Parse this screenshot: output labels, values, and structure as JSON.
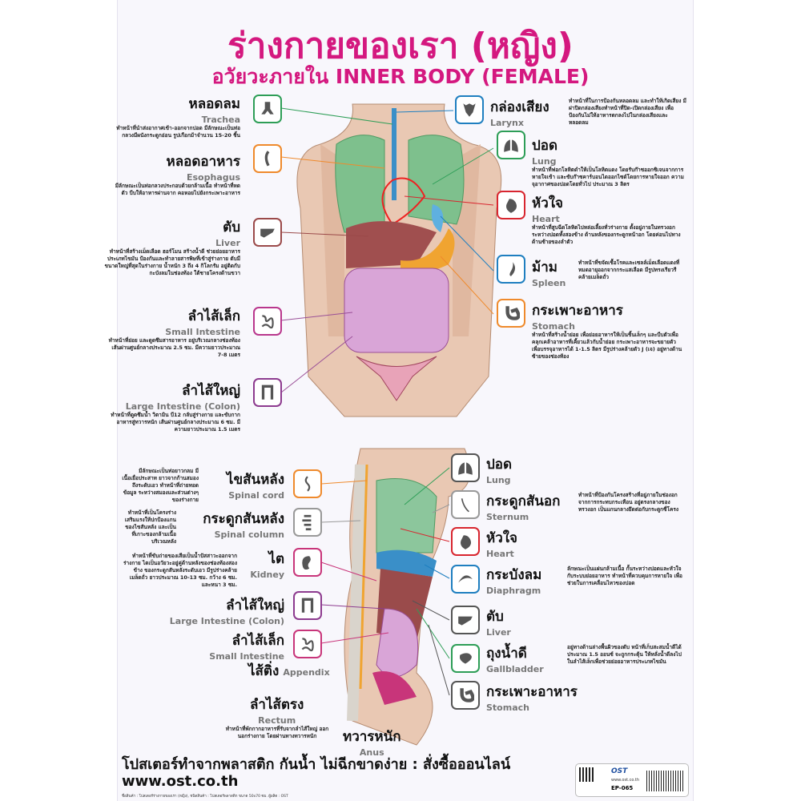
{
  "title": "ร่างกายของเรา (หญิง)",
  "subtitle": "อวัยวะภายใน  INNER BODY (FEMALE)",
  "top_left": [
    {
      "th": "หลอดลม",
      "en": "Trachea",
      "desc": "ทำหน้าที่นำส่งอากาศเข้า-ออกจากปอด มีลักษณะเป็นท่อกลวงมีผนังกระดูกอ่อน รูปเกือกม้าจำนวน 15-20 ชิ้น",
      "color": "#2e9e57"
    },
    {
      "th": "หลอดอาหาร",
      "en": "Esophagus",
      "desc": "มีลักษณะเป็นท่อกลวงประกอบด้วยกล้ามเนื้อ ทำหน้าที่หดตัว บีบให้อาหารผ่านจาก คอหอยไปยังกระเพาะอาหาร",
      "color": "#ef8a2c"
    },
    {
      "th": "ตับ",
      "en": "Liver",
      "desc": "ทำหน้าที่สร้างเม็ดเลือด ฮอร์โมน สร้างน้ำดี ช่วยย่อยอาหารประเภทไขมัน ป้องกันและทำลายสารพิษที่เข้าสู่ร่างกาย ตับมีขนาดใหญ่ที่สุดในร่างกาย น้ำหนัก 3 ถึง 4 กิโลกรัม อยู่ติดกับกะบังลมในช่องท้อง ใต้ชายโครงด้านขวา",
      "color": "#9b4a4a"
    },
    {
      "th": "ลำไส้เล็ก",
      "en": "Small Intestine",
      "desc": "ทำหน้าที่ย่อย และดูดซึมสารอาหาร อยู่บริเวณกลางช่องท้อง เส้นผ่านศูนย์กลางประมาณ 2.5 ซม. มีความยาวประมาณ 7-8 เมตร",
      "color": "#b9378d"
    },
    {
      "th": "ลำไส้ใหญ่",
      "en": "Large Intestine (Colon)",
      "desc": "ทำหน้าที่ดูดซึมน้ำ วิตามิน บี12 กลับสู่ร่างกาย และขับกากอาหารสู่ทวารหนัก เส้นผ่านศูนย์กลางประมาณ 6 ซม. มีความยาวประมาณ 1.5 เมตร",
      "color": "#8d3b8f"
    }
  ],
  "top_right": [
    {
      "th": "กล่องเสียง",
      "en": "Larynx",
      "desc": "ทำหน้าที่ในการป้องกันหลอดลม และทำให้เกิดเสียง มีฝาปิดกล่องเสียงทำหน้าที่ปิด-เปิดกล่องเสียง เพื่อป้องกันไม่ให้อาหารตกลงไปในกล่องเสียงและหลอดลม",
      "color": "#1f7fc0"
    },
    {
      "th": "ปอด",
      "en": "Lung",
      "desc": "ทำหน้าที่ฟอกโลหิตดำให้เป็นโลหิตแดง โดยรับก๊าซออกซิเจนจากการหายใจเข้า และขับก๊าซคาร์บอนไดออกไซด์โดยการหายใจออก ความจุอากาศของปอดโดยทั่วไป ประมาณ 3 ลิตร",
      "color": "#2e9e57"
    },
    {
      "th": "หัวใจ",
      "en": "Heart",
      "desc": "ทำหน้าที่สูบฉีดโลหิตไปหล่อเลี้ยงทั่วร่างกาย ตั้งอยู่ภายในทรวงอก ระหว่างปอดทั้งสองข้าง ด้านหลังของกระดูกหน้าอก โดยค่อนไปทางด้านซ้ายของลำตัว",
      "color": "#d8262f"
    },
    {
      "th": "ม้าม",
      "en": "Spleen",
      "desc": "ทำหน้าที่ขจัดเชื้อโรคและเซลล์เม็ดเลือดแดงที่หมดอายุออกจากกระแสเลือด มีรูปทรงเรียวรี คล้ายเมล็ดถั่ว",
      "color": "#1f7fc0"
    },
    {
      "th": "กระเพาะอาหาร",
      "en": "Stomach",
      "desc": "ทำหน้าที่สร้างน้ำย่อย เพื่อย่อยอาหารให้เป็นชิ้นเล็กๆ และบีบตัวเพื่อคลุกเคล้าอาหารที่เคี้ยวแล้วกับน้ำย่อย กระเพาะอาหารจะขยายตัวเพื่อบรรจุอาหารได้ 1-1.5 ลิตร มีรูปร่างคล้ายตัว J (เจ) อยู่ทางด้านซ้ายของช่องท้อง",
      "color": "#ef8a2c"
    }
  ],
  "bottom_left": [
    {
      "th": "ไขสันหลัง",
      "en": "Spinal cord",
      "desc": "มีลักษณะเป็นท่อยาวกลม มีเนื้อเยื่อประสาท ยาวจากก้านสมองถึงระดับเอว ทำหน้าที่ถ่ายทอดข้อมูล ระหว่างสมองและส่วนต่างๆ ของร่างกาย",
      "color": "#ef8a2c"
    },
    {
      "th": "กระดูกสันหลัง",
      "en": "Spinal column",
      "desc": "ทำหน้าที่เป็นโครงร่าง เสริมแรงให้ปกป้องแกนของไขสันหลัง และเป็นที่เกาะของกล้ามเนื้อบริเวณหลัง",
      "color": "#999999"
    },
    {
      "th": "ไต",
      "en": "Kidney",
      "desc": "ทำหน้าที่ขับถ่ายของเสียเป็นน้ำปัสสาวะออกจากร่างกาย ไตเป็นอวัยวะอยู่คู่ด้านหลังของช่องท้องสองข้าง ของกระดูกสันหลังระดับเอว มีรูปร่างคล้ายเมล็ดถั่ว ยาวประมาณ 10-13 ซม. กว้าง 6 ซม. และหนา 3 ซม.",
      "color": "#c8357a"
    },
    {
      "th": "ลำไส้ใหญ่",
      "en": "Large Intestine (Colon)",
      "desc": "",
      "color": "#8d3b8f"
    },
    {
      "th": "ลำไส้เล็ก",
      "en": "Small Intestine",
      "desc": "",
      "color": "#c8357a"
    }
  ],
  "appendix": {
    "th": "ไส้ติ่ง",
    "en": "Appendix"
  },
  "rectum": {
    "th": "ลำไส้ตรง",
    "en": "Rectum",
    "desc": "ทำหน้าที่พักกากอาหารที่รับจากลำไส้ใหญ่ ออกนอกร่างกาย โดยผ่านทางทวารหนัก"
  },
  "anus": {
    "th": "ทวารหนัก",
    "en": "Anus"
  },
  "bottom_right": [
    {
      "th": "ปอด",
      "en": "Lung",
      "desc": "",
      "color": "#555555"
    },
    {
      "th": "กระดูกสันอก",
      "en": "Sternum",
      "desc": "ทำหน้าที่ป้องกันโครงสร้างที่อยู่ภายในช่องอก จากการกระทบกระเทือน อยู่ตรงกลางของทรวงอก เป็นแกนกลางยึดต่อกับกระดูกซี่โครง",
      "color": "#999999"
    },
    {
      "th": "หัวใจ",
      "en": "Heart",
      "desc": "",
      "color": "#d8262f"
    },
    {
      "th": "กระบังลม",
      "en": "Diaphragm",
      "desc": "ลักษณะเป็นแผ่นกล้ามเนื้อ กั้นระหว่างปอดและหัวใจ กับระบบย่อยอาหาร ทำหน้าที่ควบคุมการหายใจ เพื่อช่วยในการเคลื่อนไหวของปอด",
      "color": "#1f7fc0"
    },
    {
      "th": "ตับ",
      "en": "Liver",
      "desc": "",
      "color": "#555555"
    },
    {
      "th": "ถุงน้ำดี",
      "en": "Gallbladder",
      "desc": "อยู่ทางด้านล่างพื้นผิวของตับ หน้าที่เก็บสะสมน้ำดีได้ประมาณ 1.5 ออนซ์ จะถูกกระตุ้น ให้หลั่งน้ำดีลงไปในลำไส้เล็กเพื่อช่วยย่อยอาหารประเภทไขมัน",
      "color": "#2e9e57"
    },
    {
      "th": "กระเพาะอาหาร",
      "en": "Stomach",
      "desc": "",
      "color": "#555555"
    }
  ],
  "footer": {
    "text": "โปสเตอร์ทำจากพลาสติก  กันน้ำ  ไม่ฉีกขาดง่าย : สั่งซื้อออนไลน์  www.ost.co.th",
    "fine_print": "ชื่อสินค้า : โปสเตอร์ร่างกายของเรา (หญิง), ชนิดสินค้า : โปสเตอร์พลาสติก ขนาด 50x70 ซม. ผู้ผลิต : OST",
    "code": "EP-065",
    "brand": "OST",
    "site": "www.ost.co.th"
  }
}
